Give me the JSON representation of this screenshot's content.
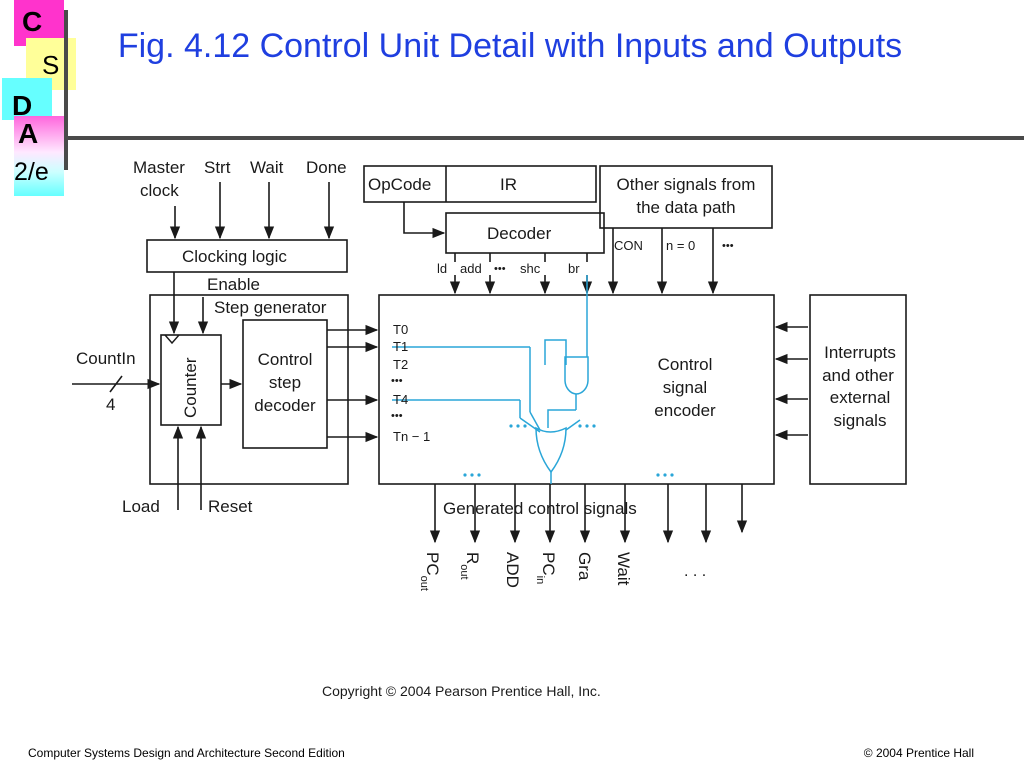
{
  "logo": {
    "c": "C",
    "s": "S",
    "d": "D",
    "a": "A",
    "edition": "2/e"
  },
  "title": "Fig. 4.12   Control Unit Detail with Inputs and Outputs",
  "diagram": {
    "inputs": {
      "master": "Master",
      "clock": "clock",
      "strt": "Strt",
      "wait": "Wait",
      "done": "Done"
    },
    "clocking_logic": "Clocking logic",
    "enable": "Enable",
    "step_generator": "Step generator",
    "counter": "Counter",
    "control_step_decoder": [
      "Control",
      "step",
      "decoder"
    ],
    "countin": "CountIn",
    "count_width": "4",
    "load": "Load",
    "reset": "Reset",
    "opcode": "OpCode",
    "ir": "IR",
    "decoder": "Decoder",
    "decoder_outputs": {
      "ld": "ld",
      "add": "add",
      "shc": "shc",
      "br": "br"
    },
    "other_signals": [
      "Other signals from",
      "the data path"
    ],
    "con": "CON",
    "n_eq_0": "n = 0",
    "ellipsis": "•••",
    "t_labels": {
      "t0": "T0",
      "t1": "T1",
      "t2": "T2",
      "t4": "T4",
      "tn1": "Tn − 1"
    },
    "encoder": [
      "Control",
      "signal",
      "encoder"
    ],
    "interrupts": [
      "Interrupts",
      "and other",
      "external",
      "signals"
    ],
    "generated": "Generated control signals",
    "outputs": {
      "pcout": "PC",
      "pcout_sub": "out",
      "rout": "R",
      "rout_sub": "out",
      "add": "ADD",
      "pcin": "PC",
      "pcin_sub": "in",
      "gra": "Gra",
      "wait": "Wait",
      "dots": ". . ."
    },
    "copyright": "Copyright © 2004 Pearson Prentice Hall, Inc."
  },
  "footer": {
    "left": "Computer Systems Design and Architecture Second Edition",
    "right": "© 2004 Prentice Hall"
  },
  "colors": {
    "title": "#1f3fe0",
    "gate": "#2aa6d8",
    "pink": "#ff33cc",
    "yellow": "#ffff99",
    "cyan": "#66ffff"
  }
}
